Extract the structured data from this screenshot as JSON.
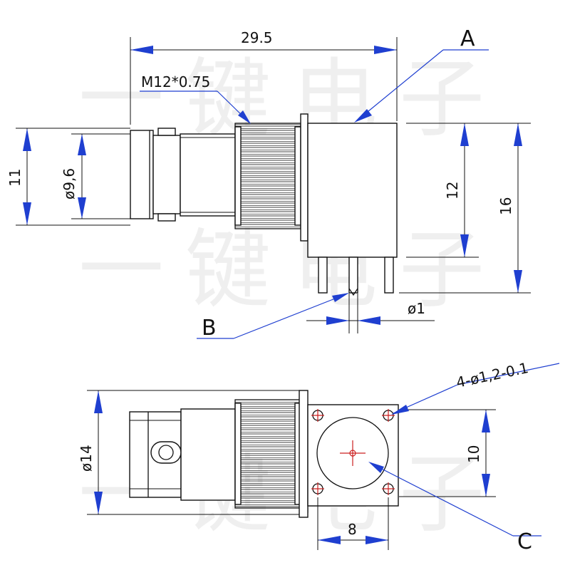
{
  "watermark": "一键电子",
  "dimensions": {
    "overall_length": "29.5",
    "thread": "M12*0.75",
    "height_left": "11",
    "inner_diameter": "ø9,6",
    "body_height": "12",
    "total_height": "16",
    "pin_diameter": "ø1",
    "flange_diameter": "ø14",
    "mount_holes": "4-ø1,2-0.1",
    "hole_spacing_v": "10",
    "hole_spacing_h": "8"
  },
  "callouts": {
    "a": "A",
    "b": "B",
    "c": "C"
  },
  "colors": {
    "arrow": "#1f3fd0",
    "pad": "#cc2020",
    "line": "#111111"
  }
}
